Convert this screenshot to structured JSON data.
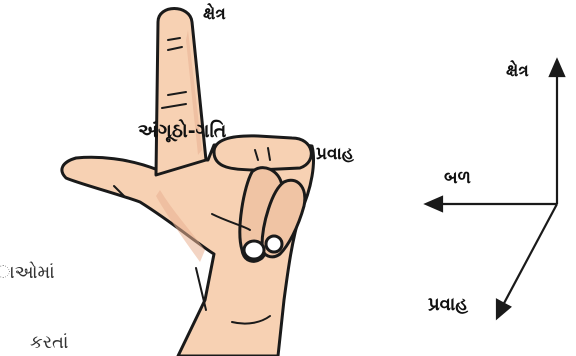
{
  "hand_labels": {
    "field": "ક્ષેત્ર",
    "thumb_motion": "અંગૂઠો-ગતિ",
    "current": "પ્રવાહ"
  },
  "axis_labels": {
    "field": "ક્ષેત્ર",
    "force": "બળ",
    "current": "પ્રવાહ"
  },
  "cut_text": {
    "line1": "ાઓમાં",
    "line2": "કરતાં"
  },
  "colors": {
    "skin": "#f7d1b3",
    "skin_shadow": "#eab293",
    "outline": "#1a1a1a",
    "arrow": "#1a1a1a"
  }
}
